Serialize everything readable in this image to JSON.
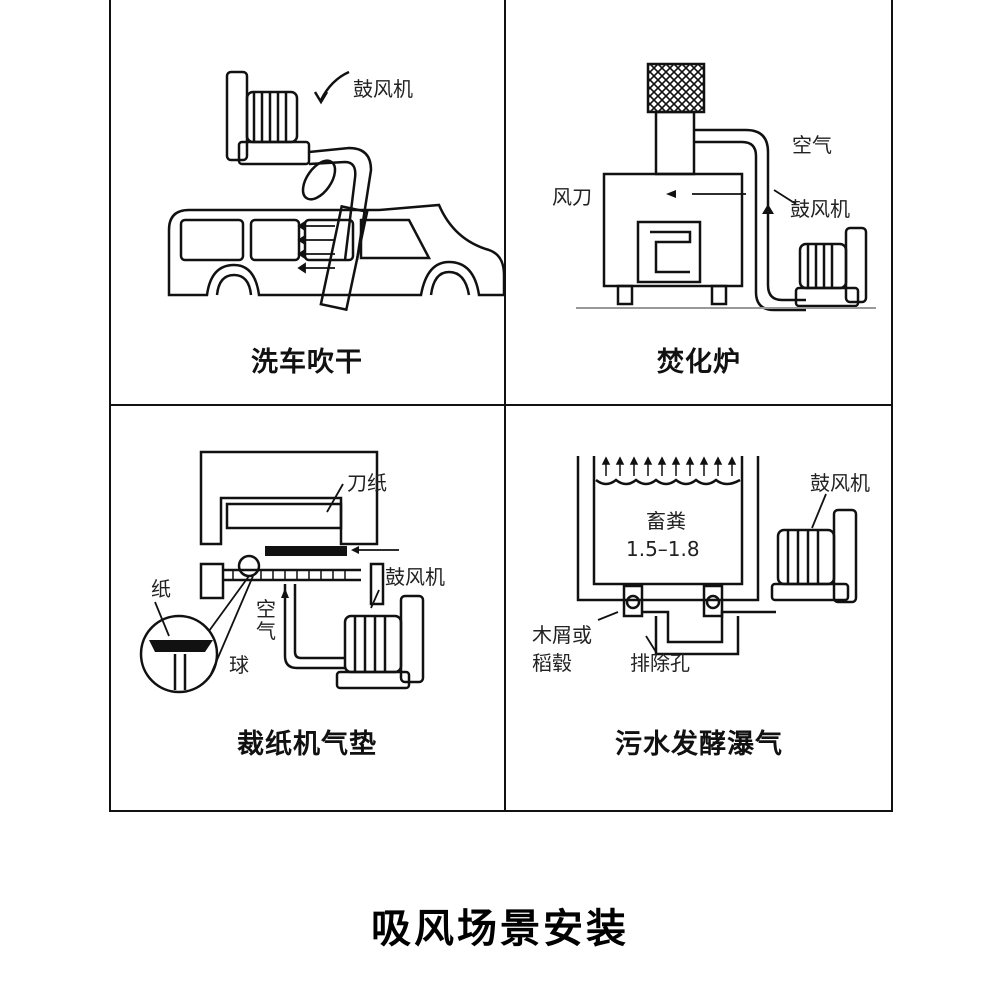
{
  "title": "吸风场景安装",
  "panels": {
    "car_wash": {
      "caption": "洗车吹干",
      "labels": {
        "blower": "鼓风机"
      }
    },
    "incinerator": {
      "caption": "焚化炉",
      "labels": {
        "air": "空气",
        "blower": "鼓风机",
        "air_knife": "风刀"
      }
    },
    "paper_cutter": {
      "caption": "裁纸机气垫",
      "labels": {
        "knife_paper": "刀纸",
        "blower": "鼓风机",
        "paper": "纸",
        "air": "空气",
        "ball": "球"
      }
    },
    "sewage": {
      "caption": "污水发酵瀑气",
      "labels": {
        "blower": "鼓风机",
        "manure": "畜粪",
        "ratio": "1.5–1.8",
        "sawdust_1": "木屑或",
        "sawdust_2": "稻毂",
        "drain_hole": "排除孔"
      }
    }
  }
}
